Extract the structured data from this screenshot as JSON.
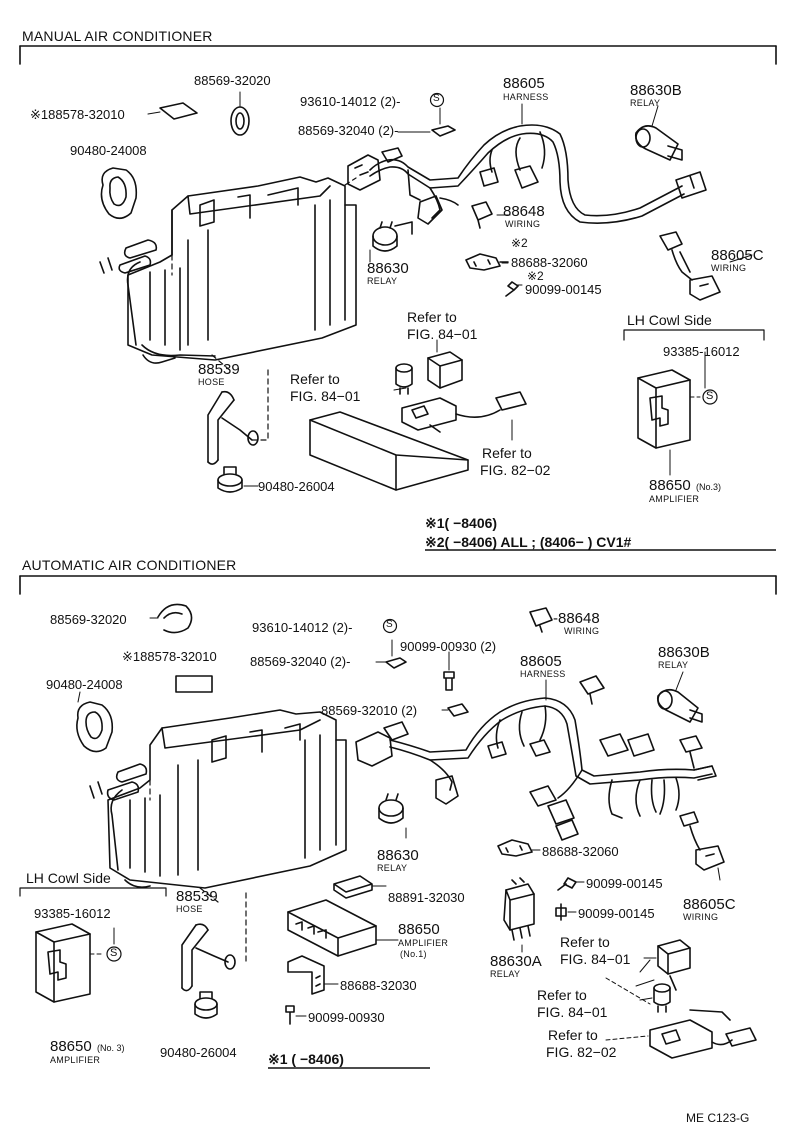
{
  "sections": {
    "manual": {
      "title": "MANUAL AIR CONDITIONER",
      "parts": {
        "p188578": "※188578-32010",
        "p88569_32020": "88569-32020",
        "p93610": "93610-14012 (2)-",
        "p88569_32040": "88569-32040 (2)-",
        "p90480_24008": "90480-24008",
        "p88605": "88605",
        "p88605_sub": "HARNESS",
        "p88630B": "88630B",
        "p88630B_sub": "RELAY",
        "p88648": "88648",
        "p88648_sub": "WIRING",
        "p88630": "88630",
        "p88630_sub": "RELAY",
        "p88688_mark": "※2",
        "p88688": "88688-32060",
        "p90099_mark": "※2",
        "p90099": "90099-00145",
        "p88605C": "88605C",
        "p88605C_sub": "WIRING",
        "p88539": "88539",
        "p88539_sub": "HOSE",
        "p90480_26004": "90480-26004",
        "p93385": "93385-16012",
        "p88650": "88650",
        "p88650_no": "(No.3)",
        "p88650_sub": "AMPLIFIER"
      },
      "refs": {
        "r1a": "Refer to",
        "r1b": "FIG. 84−01",
        "r2a": "Refer to",
        "r2b": "FIG. 84−01",
        "r3a": "Refer to",
        "r3b": "FIG. 82−02"
      },
      "lh_cowl": "LH Cowl Side",
      "notes": {
        "n1": "※1(       −8406)",
        "n2": "※2(       −8406) ALL ; (8406−        ) CV1#"
      }
    },
    "automatic": {
      "title": "AUTOMATIC AIR CONDITIONER",
      "parts": {
        "p88569_32020": "88569-32020",
        "p93610": "93610-14012 (2)-",
        "p188578": "※188578-32010",
        "p88569_32040": "88569-32040 (2)-",
        "p90099_00930_2": "90099-00930 (2)",
        "p88648": "-88648",
        "p88648_sub": "WIRING",
        "p90480_24008": "90480-24008",
        "p88605": "88605",
        "p88605_sub": "HARNESS",
        "p88630B": "88630B",
        "p88630B_sub": "RELAY",
        "p88569_32010": "88569-32010 (2)",
        "p88630": "88630",
        "p88630_sub": "RELAY",
        "p88688_32060": "88688-32060",
        "p90099_00145a": "90099-00145",
        "p90099_00145b": "90099-00145",
        "p88605C": "88605C",
        "p88605C_sub": "WIRING",
        "p88539": "88539",
        "p88539_sub": "HOSE",
        "p88891": "88891-32030",
        "p88650": "88650",
        "p88650_sub": "AMPLIFIER",
        "p88650_no": "(No.1)",
        "p88630A": "88630A",
        "p88630A_sub": "RELAY",
        "p88688_32030": "88688-32030",
        "p90099_00930": "90099-00930",
        "p93385": "93385-16012",
        "p88650b": "88650",
        "p88650b_no": "(No. 3)",
        "p88650b_sub": "AMPLIFIER",
        "p90480_26004": "90480-26004"
      },
      "refs": {
        "r1a": "Refer to",
        "r1b": "FIG. 84−01",
        "r2a": "Refer to",
        "r2b": "FIG. 84−01",
        "r3a": "Refer to",
        "r3b": "FIG. 82−02"
      },
      "lh_cowl": "LH Cowl Side",
      "notes": {
        "n1": "※1  (        −8406)"
      }
    }
  },
  "s_mark": "S",
  "figure_code": "ME C123-G"
}
